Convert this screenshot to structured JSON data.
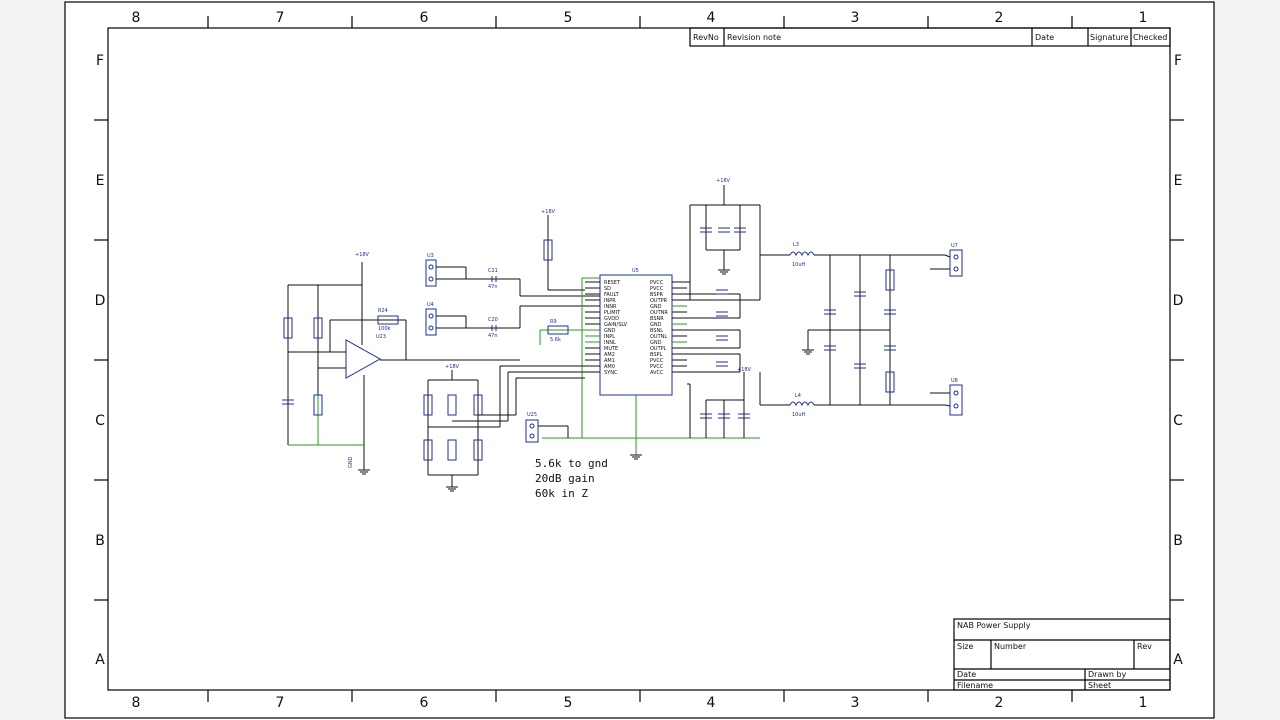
{
  "frame": {
    "columns": [
      "8",
      "7",
      "6",
      "5",
      "4",
      "3",
      "2",
      "1"
    ],
    "rows": [
      "F",
      "E",
      "D",
      "C",
      "B",
      "A"
    ]
  },
  "revision_block": {
    "headers": [
      "RevNo",
      "Revision note",
      "Date",
      "Signature",
      "Checked"
    ]
  },
  "title_block": {
    "title": "NAB Power Supply",
    "size_label": "Size",
    "number_label": "Number",
    "rev_label": "Rev",
    "date_label": "Date",
    "drawn_by_label": "Drawn by",
    "filename_label": "Filename",
    "sheet_label": "Sheet"
  },
  "notes": {
    "line1": "5.6k to gnd",
    "line2": "20dB gain",
    "line3": "60k in Z"
  },
  "parts": {
    "opamp": "U23",
    "amp_ic": "U5",
    "conn_in1": "U3",
    "conn_in2": "U4",
    "conn_out1": "U7",
    "conn_out2": "U8",
    "conn_mid": "U25",
    "ind1": "L3",
    "ind2": "L4",
    "ind1_val": "10uH",
    "ind2_val": "10uH",
    "r_fb": "R24",
    "r_fb_val": "100k",
    "r_gain": "R9",
    "r_gain_val": "5.6k",
    "cap_in1": "C21",
    "cap_in2": "C20",
    "cap_in_val": "47n",
    "supply": "+18V",
    "gnd": "GND"
  },
  "ic_pins_left": [
    "RESET",
    "SD",
    "FAULT",
    "INPR",
    "INNR",
    "PLIMIT",
    "GVDD",
    "GAIN/SLV",
    "GND",
    "INPL",
    "INNL",
    "MUTE",
    "AM2",
    "AM1",
    "AM0",
    "SYNC"
  ],
  "ic_pins_right": [
    "PVCC",
    "PVCC",
    "BSPR",
    "OUTPR",
    "GND",
    "OUTNR",
    "BSNR",
    "GND",
    "BSNL",
    "OUTNL",
    "GND",
    "OUTPL",
    "BSPL",
    "PVCC",
    "PVCC",
    "AVCC"
  ]
}
